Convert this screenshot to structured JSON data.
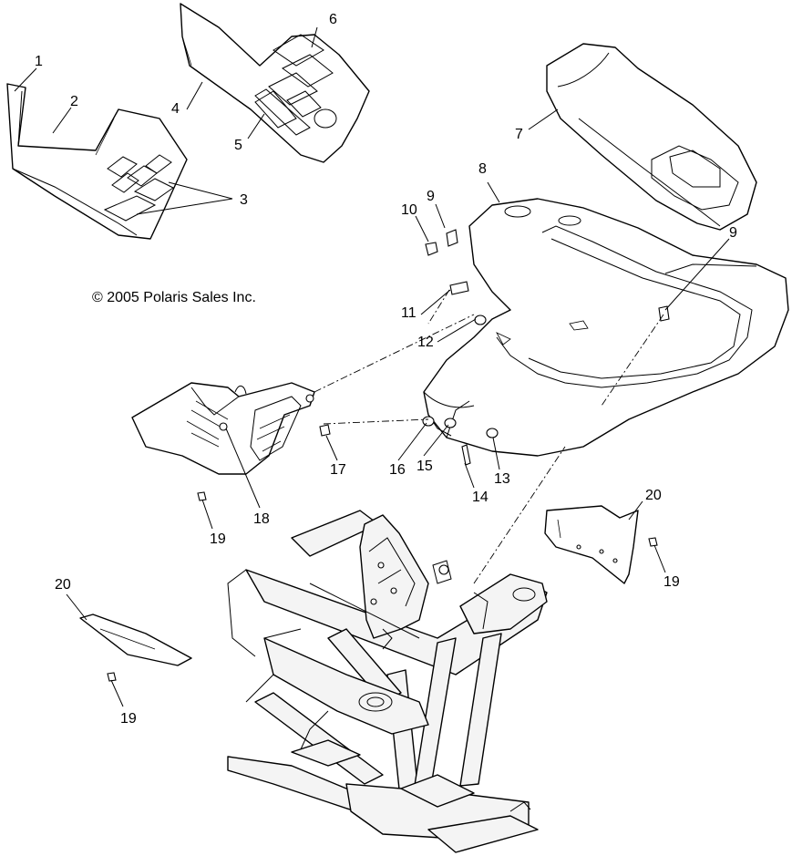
{
  "copyright": "© 2005 Polaris Sales Inc.",
  "callouts": {
    "c1": "1",
    "c2": "2",
    "c3": "3",
    "c4": "4",
    "c5": "5",
    "c6": "6",
    "c7": "7",
    "c8": "8",
    "c9a": "9",
    "c9b": "9",
    "c10": "10",
    "c11": "11",
    "c12": "12",
    "c13": "13",
    "c14": "14",
    "c15": "15",
    "c16": "16",
    "c17": "17",
    "c18": "18",
    "c19a": "19",
    "c19b": "19",
    "c19c": "19",
    "c20a": "20",
    "c20b": "20"
  }
}
